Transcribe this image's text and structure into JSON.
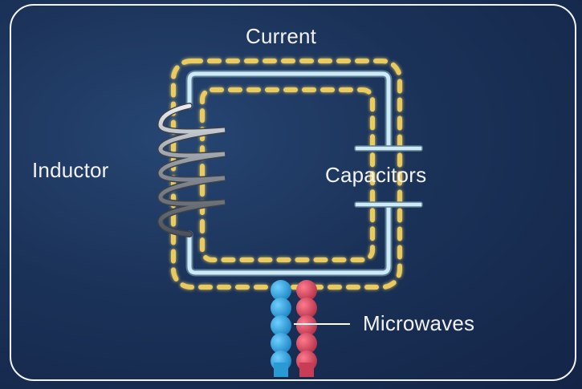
{
  "diagram": {
    "labels": {
      "current": "Current",
      "inductor": "Inductor",
      "capacitors": "Capacitors",
      "microwaves": "Microwaves"
    },
    "colors": {
      "background": "#1b3258",
      "frame_border": "#f2f4f8",
      "wire": "#bfe3f2",
      "current_dashes": "#f4d35e",
      "coil": "#b9bec6",
      "microwave_blue": "#2fa4dc",
      "microwave_red": "#d9455c"
    }
  }
}
